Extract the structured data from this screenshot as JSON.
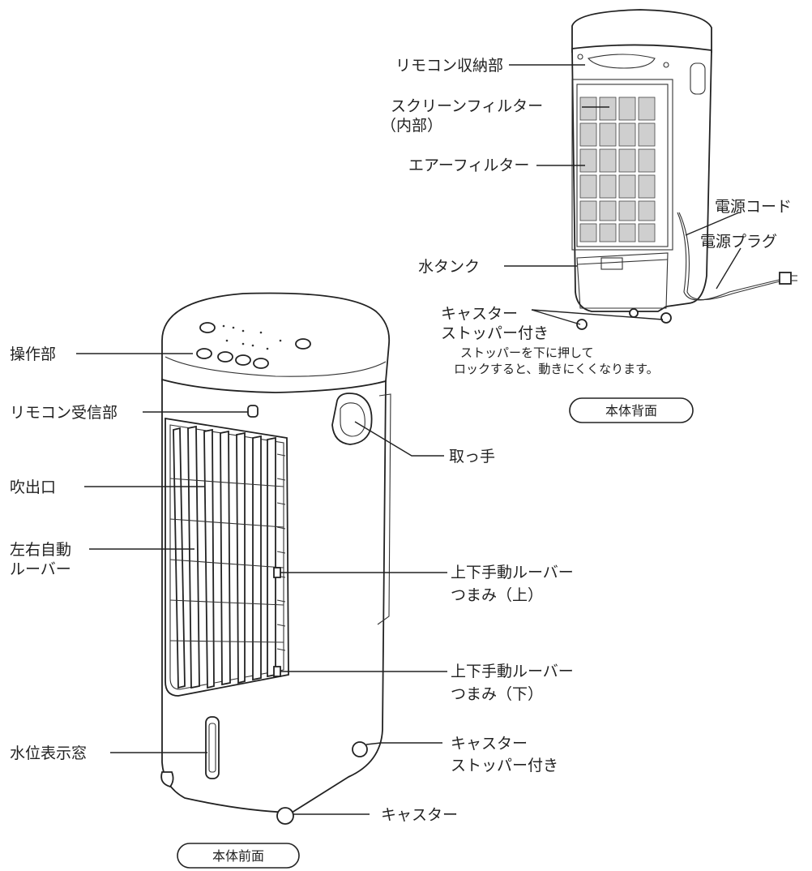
{
  "front": {
    "caption": "本体前面",
    "labels": {
      "control_panel": "操作部",
      "remote_receiver": "リモコン受信部",
      "air_outlet": "吹出口",
      "auto_louver_l1": "左右自動",
      "auto_louver_l2": "ルーバー",
      "handle": "取っ手",
      "upper_knob_l1": "上下手動ルーバー",
      "upper_knob_l2": "つまみ（上）",
      "lower_knob_l1": "上下手動ルーバー",
      "lower_knob_l2": "つまみ（下）",
      "water_window": "水位表示窓",
      "caster_stopper_l1": "キャスター",
      "caster_stopper_l2": "ストッパー付き",
      "caster": "キャスター"
    }
  },
  "back": {
    "caption": "本体背面",
    "labels": {
      "remote_storage": "リモコン収納部",
      "screen_filter_l1": "スクリーンフィルター",
      "screen_filter_l2": "（内部）",
      "air_filter": "エアーフィルター",
      "power_cord": "電源コード",
      "power_plug": "電源プラグ",
      "water_tank": "水タンク",
      "caster_stopper_l1": "キャスター",
      "caster_stopper_l2": "ストッパー付き",
      "note_l1": "ストッパーを下に押して",
      "note_l2": "ロックすると、動きにくくなります。"
    }
  }
}
